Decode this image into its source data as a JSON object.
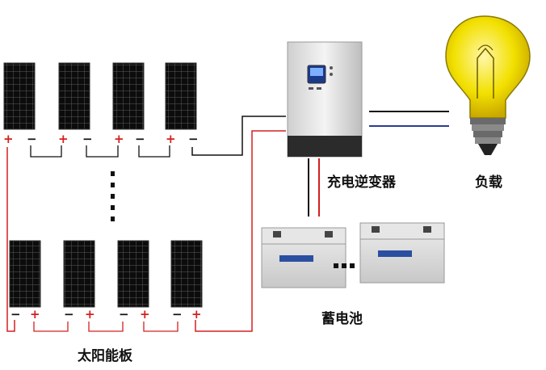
{
  "labels": {
    "inverter": "充电逆变器",
    "load": "负载",
    "battery": "蓄电池",
    "panels": "太阳能板"
  },
  "polarity": {
    "positive": "+",
    "negative": "−"
  },
  "colors": {
    "positive": "#d42020",
    "negative": "#111111",
    "load_line": "#2a3d8f",
    "panel_cell": "#0c0c0c",
    "inverter_body": "#e6e6e6",
    "battery_case": "#dcdcdc",
    "bulb": "#f2e000"
  }
}
